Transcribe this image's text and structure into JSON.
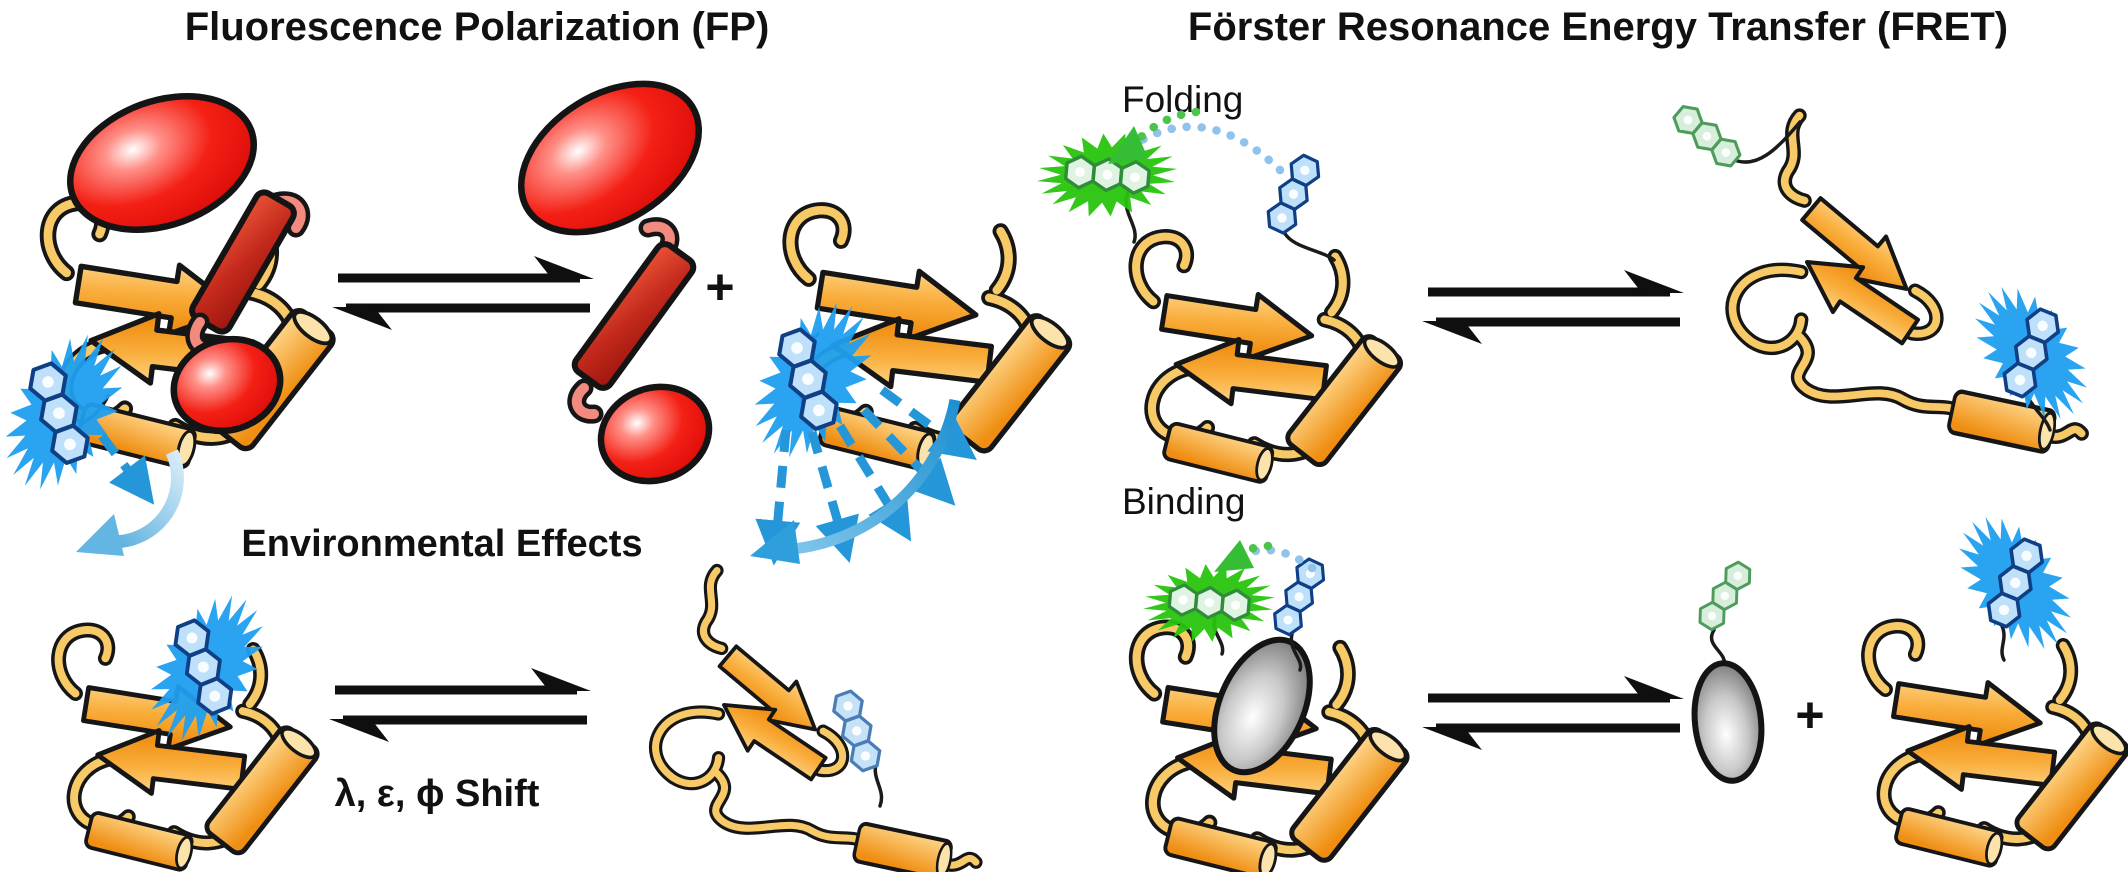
{
  "panels": {
    "fp": {
      "title": "Fluorescence Polarization (FP)",
      "plus_sign": "+"
    },
    "environmental_effects": {
      "title": "Environmental Effects",
      "shift_label": "λ, ε, ϕ Shift"
    },
    "fret": {
      "title": "Förster Resonance Energy Transfer (FRET)",
      "rows": [
        {
          "label": "Folding"
        },
        {
          "label": "Binding"
        }
      ],
      "plus_sign": "+"
    }
  },
  "icons": {
    "equilibrium-arrows-icon": "⇌",
    "plus-icon": "+",
    "glowing-blue-fluorophore-icon": "excited fluorophore with blue emission burst",
    "blue-fluorophore-icon": "three fused aromatic rings, blue",
    "glowing-green-fluorophore-icon": "FRET donor-quenched green emission burst",
    "green-fluorophore-icon": "three fused aromatic rings, green",
    "antibody-icon": "red two-lobe binding protein",
    "ligand-icon": "gray ellipsoid ligand",
    "folded-protein-icon": "orange cartoon with beta arrows and helix cylinders",
    "unfolded-protein-icon": "orange extended chain with residual hairpin and helix",
    "tumbling-arrow-icon": "light blue curved rotation arrow",
    "emission-fan-icon": "dashed blue depolarized emission arrows",
    "energy-transfer-arrow-icon": "dotted blue-to-green transfer arc"
  },
  "colors": {
    "background": "#FFFFFF",
    "text": "#111111",
    "red_binding_protein": "#E31010",
    "dark_red_helix": "#B2271A",
    "salmon_linker": "#F28A80",
    "orange_secondary_structure": "#F7A93B",
    "loop_tan": "#F7CA67",
    "fluorophore_blue_fill": "#BFE0FA",
    "fluorophore_blue_outline": "#0F3F85",
    "glow_blue": "#1F9FEF",
    "fluorophore_green_fill": "#DFF3E2",
    "fluorophore_green_outline": "#2F8C38",
    "glow_green": "#27C40D",
    "gray_ligand": "#8A8A8A",
    "dashed_arrow_blue": "#2597D8",
    "dotted_arc_blue": "#8FC2EC",
    "dotted_arc_green": "#4CC44C"
  }
}
